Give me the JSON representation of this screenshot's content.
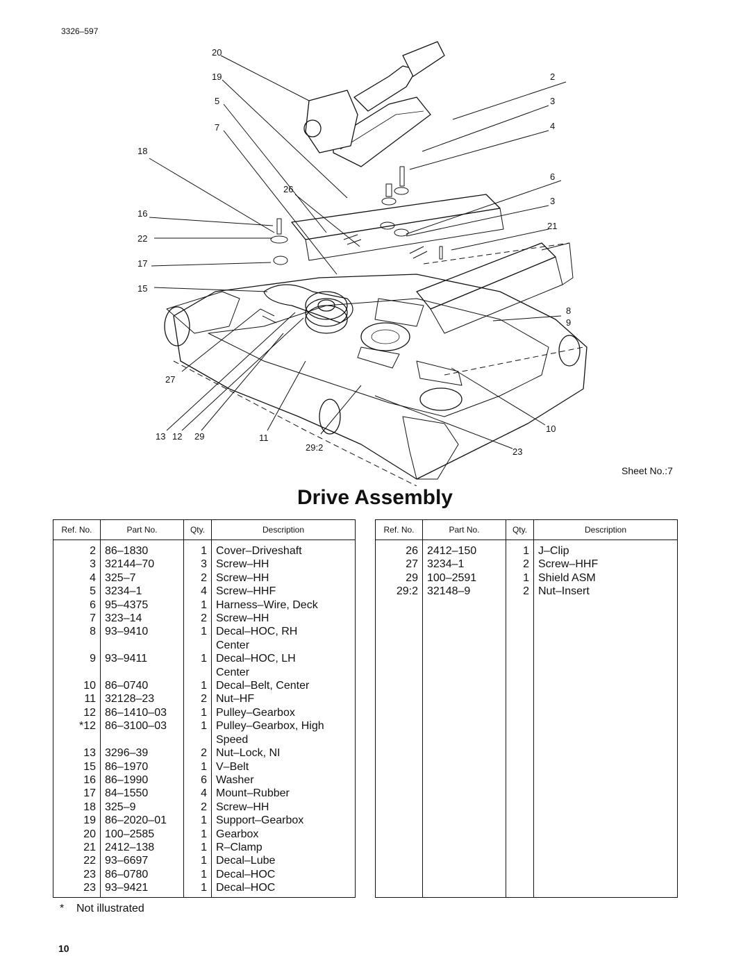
{
  "document_code": "3326–597",
  "diagram": {
    "callouts": [
      "20",
      "19",
      "5",
      "7",
      "18",
      "26",
      "16",
      "22",
      "17",
      "15",
      "27",
      "13",
      "12",
      "29",
      "11",
      "29:2",
      "2",
      "3",
      "4",
      "6",
      "3",
      "21",
      "8",
      "9",
      "10",
      "23"
    ]
  },
  "sheet_label": "Sheet No.:7",
  "title": "Drive Assembly",
  "table_headers": {
    "ref": "Ref. No.",
    "part": "Part No.",
    "qty": "Qty.",
    "desc": "Description"
  },
  "parts_left": [
    {
      "ref": "2",
      "part": "86–1830",
      "qty": "1",
      "desc": "Cover–Driveshaft"
    },
    {
      "ref": "3",
      "part": "32144–70",
      "qty": "3",
      "desc": "Screw–HH"
    },
    {
      "ref": "4",
      "part": "325–7",
      "qty": "2",
      "desc": "Screw–HH"
    },
    {
      "ref": "5",
      "part": "3234–1",
      "qty": "4",
      "desc": "Screw–HHF"
    },
    {
      "ref": "6",
      "part": "95–4375",
      "qty": "1",
      "desc": "Harness–Wire, Deck"
    },
    {
      "ref": "7",
      "part": "323–14",
      "qty": "2",
      "desc": "Screw–HH"
    },
    {
      "ref": "8",
      "part": "93–9410",
      "qty": "1",
      "desc": "Decal–HOC, RH"
    },
    {
      "ref": "",
      "part": "",
      "qty": "",
      "desc": " Center"
    },
    {
      "ref": "9",
      "part": "93–9411",
      "qty": "1",
      "desc": "Decal–HOC, LH"
    },
    {
      "ref": "",
      "part": "",
      "qty": "",
      "desc": " Center"
    },
    {
      "ref": "10",
      "part": "86–0740",
      "qty": "1",
      "desc": "Decal–Belt, Center"
    },
    {
      "ref": "11",
      "part": "32128–23",
      "qty": "2",
      "desc": "Nut–HF"
    },
    {
      "ref": "12",
      "part": "86–1410–03",
      "qty": "1",
      "desc": "Pulley–Gearbox"
    },
    {
      "ref": "*12",
      "part": "86–3100–03",
      "qty": "1",
      "desc": "Pulley–Gearbox, High"
    },
    {
      "ref": "",
      "part": "",
      "qty": "",
      "desc": " Speed"
    },
    {
      "ref": "13",
      "part": "3296–39",
      "qty": "2",
      "desc": "Nut–Lock, NI"
    },
    {
      "ref": "15",
      "part": "86–1970",
      "qty": "1",
      "desc": "V–Belt"
    },
    {
      "ref": "16",
      "part": "86–1990",
      "qty": "6",
      "desc": "Washer"
    },
    {
      "ref": "17",
      "part": "84–1550",
      "qty": "4",
      "desc": "Mount–Rubber"
    },
    {
      "ref": "18",
      "part": "325–9",
      "qty": "2",
      "desc": "Screw–HH"
    },
    {
      "ref": "19",
      "part": "86–2020–01",
      "qty": "1",
      "desc": "Support–Gearbox"
    },
    {
      "ref": "20",
      "part": "100–2585",
      "qty": "1",
      "desc": "Gearbox"
    },
    {
      "ref": "21",
      "part": "2412–138",
      "qty": "1",
      "desc": "R–Clamp"
    },
    {
      "ref": "22",
      "part": "93–6697",
      "qty": "1",
      "desc": "Decal–Lube"
    },
    {
      "ref": "23",
      "part": "86–0780",
      "qty": "1",
      "desc": "Decal–HOC"
    },
    {
      "ref": "23",
      "part": "93–9421",
      "qty": "1",
      "desc": "Decal–HOC"
    }
  ],
  "parts_right": [
    {
      "ref": "26",
      "part": "2412–150",
      "qty": "1",
      "desc": "J–Clip"
    },
    {
      "ref": "27",
      "part": "3234–1",
      "qty": "2",
      "desc": "Screw–HHF"
    },
    {
      "ref": "29",
      "part": "100–2591",
      "qty": "1",
      "desc": "Shield ASM"
    },
    {
      "ref": "29:2",
      "part": "32148–9",
      "qty": "2",
      "desc": "Nut–Insert"
    }
  ],
  "footnote": {
    "symbol": "*",
    "text": "Not illustrated"
  },
  "page_number": "10"
}
